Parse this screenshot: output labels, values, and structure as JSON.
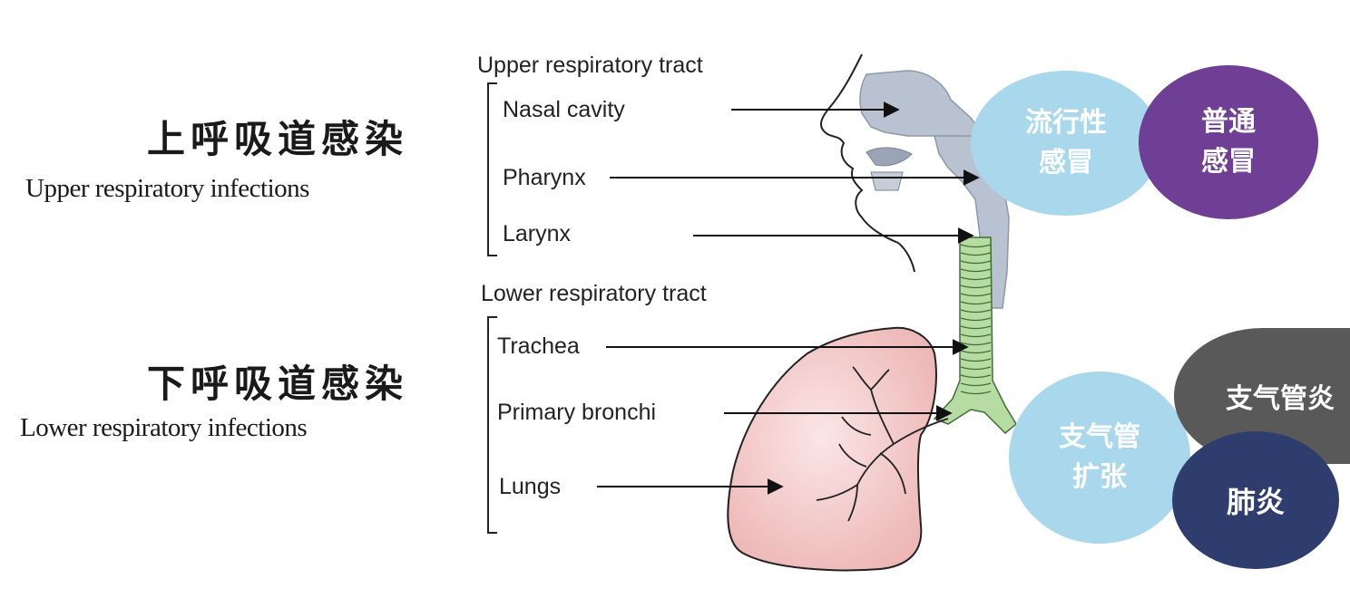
{
  "upper": {
    "cn_title": "上呼吸道感染",
    "en_title": "Upper respiratory infections",
    "tract_heading": "Upper respiratory tract",
    "parts": [
      "Nasal cavity",
      "Pharynx",
      "Larynx"
    ]
  },
  "lower": {
    "cn_title": "下呼吸道感染",
    "en_title": "Lower respiratory infections",
    "tract_heading": "Lower respiratory tract",
    "parts": [
      "Trachea",
      "Primary bronchi",
      "Lungs"
    ]
  },
  "bubbles": {
    "flu": {
      "line1": "流行性",
      "line2": "感冒",
      "color": "#a9d8ec"
    },
    "common_cold": {
      "line1": "普通",
      "line2": "感冒",
      "color": "#6e3f94"
    },
    "bronchiectasis": {
      "line1": "支气管",
      "line2": "扩张",
      "color": "#a9d8ec"
    },
    "bronchitis": {
      "line1": "支气管炎",
      "color": "#595959"
    },
    "pneumonia": {
      "line1": "肺炎",
      "color": "#2f3d6e"
    }
  },
  "colors": {
    "head_fill": "#b9c2d0",
    "trachea_fill": "#b6dca4",
    "lung_fill": "#f3c9c9"
  }
}
